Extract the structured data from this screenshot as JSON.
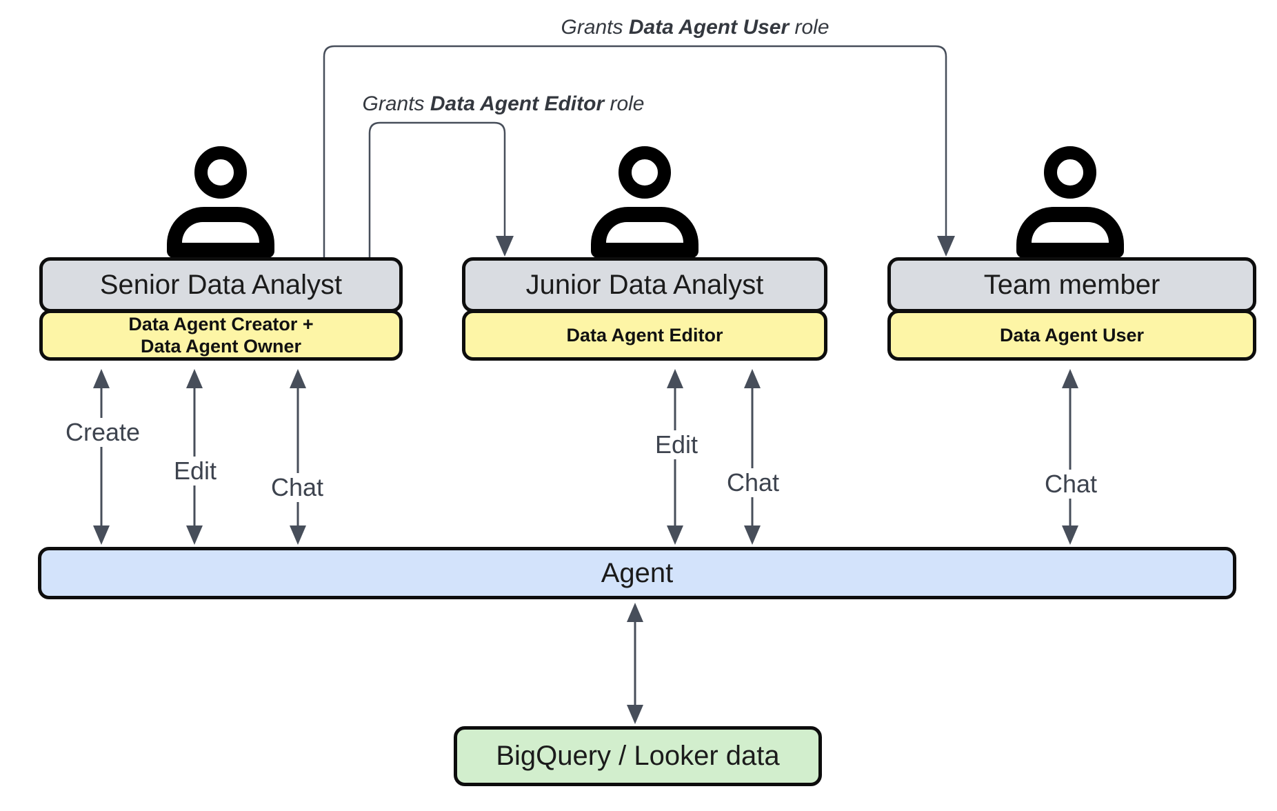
{
  "diagram": {
    "grants": [
      {
        "prefix": "Grants ",
        "role": "Data Agent User",
        "suffix": " role"
      },
      {
        "prefix": "Grants ",
        "role": "Data Agent Editor",
        "suffix": " role"
      }
    ],
    "actors": [
      {
        "name": "Senior Data Analyst",
        "role_line1": "Data Agent Creator +",
        "role_line2": "Data Agent Owner"
      },
      {
        "name": "Junior Data Analyst",
        "role_line1": "Data Agent Editor"
      },
      {
        "name": "Team member",
        "role_line1": "Data Agent User"
      }
    ],
    "actions": {
      "create": "Create",
      "edit": "Edit",
      "chat": "Chat"
    },
    "agent_label": "Agent",
    "datasource_label": "BigQuery / Looker data",
    "colors": {
      "actor_fill": "#d9dce1",
      "role_fill": "#fdf5a6",
      "agent_fill": "#d3e3fb",
      "datasource_fill": "#d2eecd",
      "arrow": "#474e5a",
      "border": "#0d0d0d"
    }
  }
}
